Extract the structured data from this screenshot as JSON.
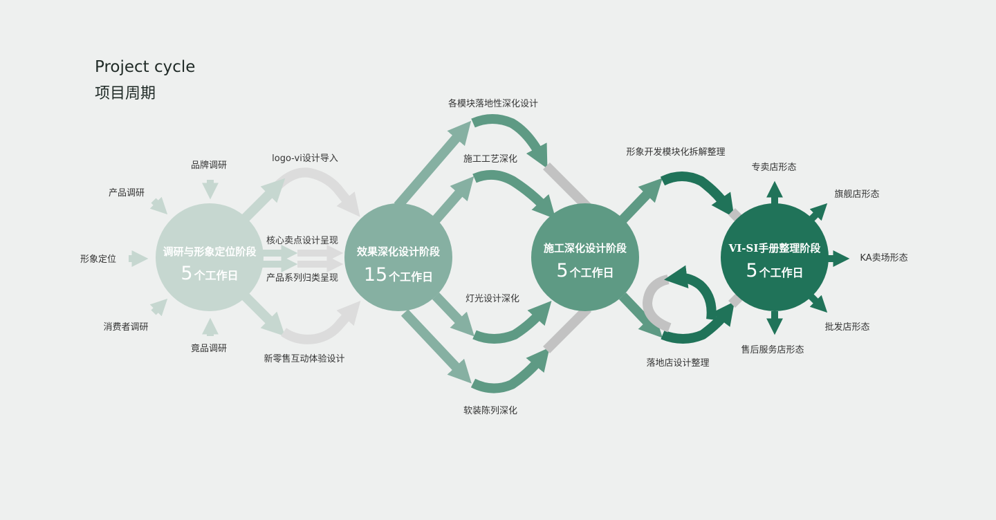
{
  "title": {
    "en": "Project cycle",
    "zh": "项目周期"
  },
  "stages": [
    {
      "name": "调研与形象定位阶段",
      "days": "5",
      "unit": "个工作日",
      "color": "#c6d7d0"
    },
    {
      "name": "效果深化设计阶段",
      "days": "15",
      "unit": "个工作日",
      "color": "#86b0a2"
    },
    {
      "name": "施工深化设计阶段",
      "days": "5",
      "unit": "个工作日",
      "color": "#5e9a84"
    },
    {
      "name": "VI-SI手册整理阶段",
      "days": "5",
      "unit": "个工作日",
      "color": "#207359"
    }
  ],
  "inputs": [
    "品牌调研",
    "产品调研",
    "形象定位",
    "消费者调研",
    "竟品调研"
  ],
  "stage1_tasks": [
    "logo-vi设计导入",
    "核心卖点设计呈现",
    "产品系列归类呈现",
    "新零售互动体验设计"
  ],
  "stage2_tasks": [
    "各模块落地性深化设计",
    "施工工艺深化",
    "灯光设计深化",
    "软装陈列深化"
  ],
  "stage3_tasks": [
    "形象开发模块化拆解整理",
    "落地店设计整理"
  ],
  "outputs": [
    "专卖店形态",
    "旗舰店形态",
    "KA卖场形态",
    "批发店形态",
    "售后服务店形态"
  ],
  "colors": {
    "background": "#eef0ef",
    "gray_arrow": "#c2c2c2",
    "text": "#333333"
  }
}
